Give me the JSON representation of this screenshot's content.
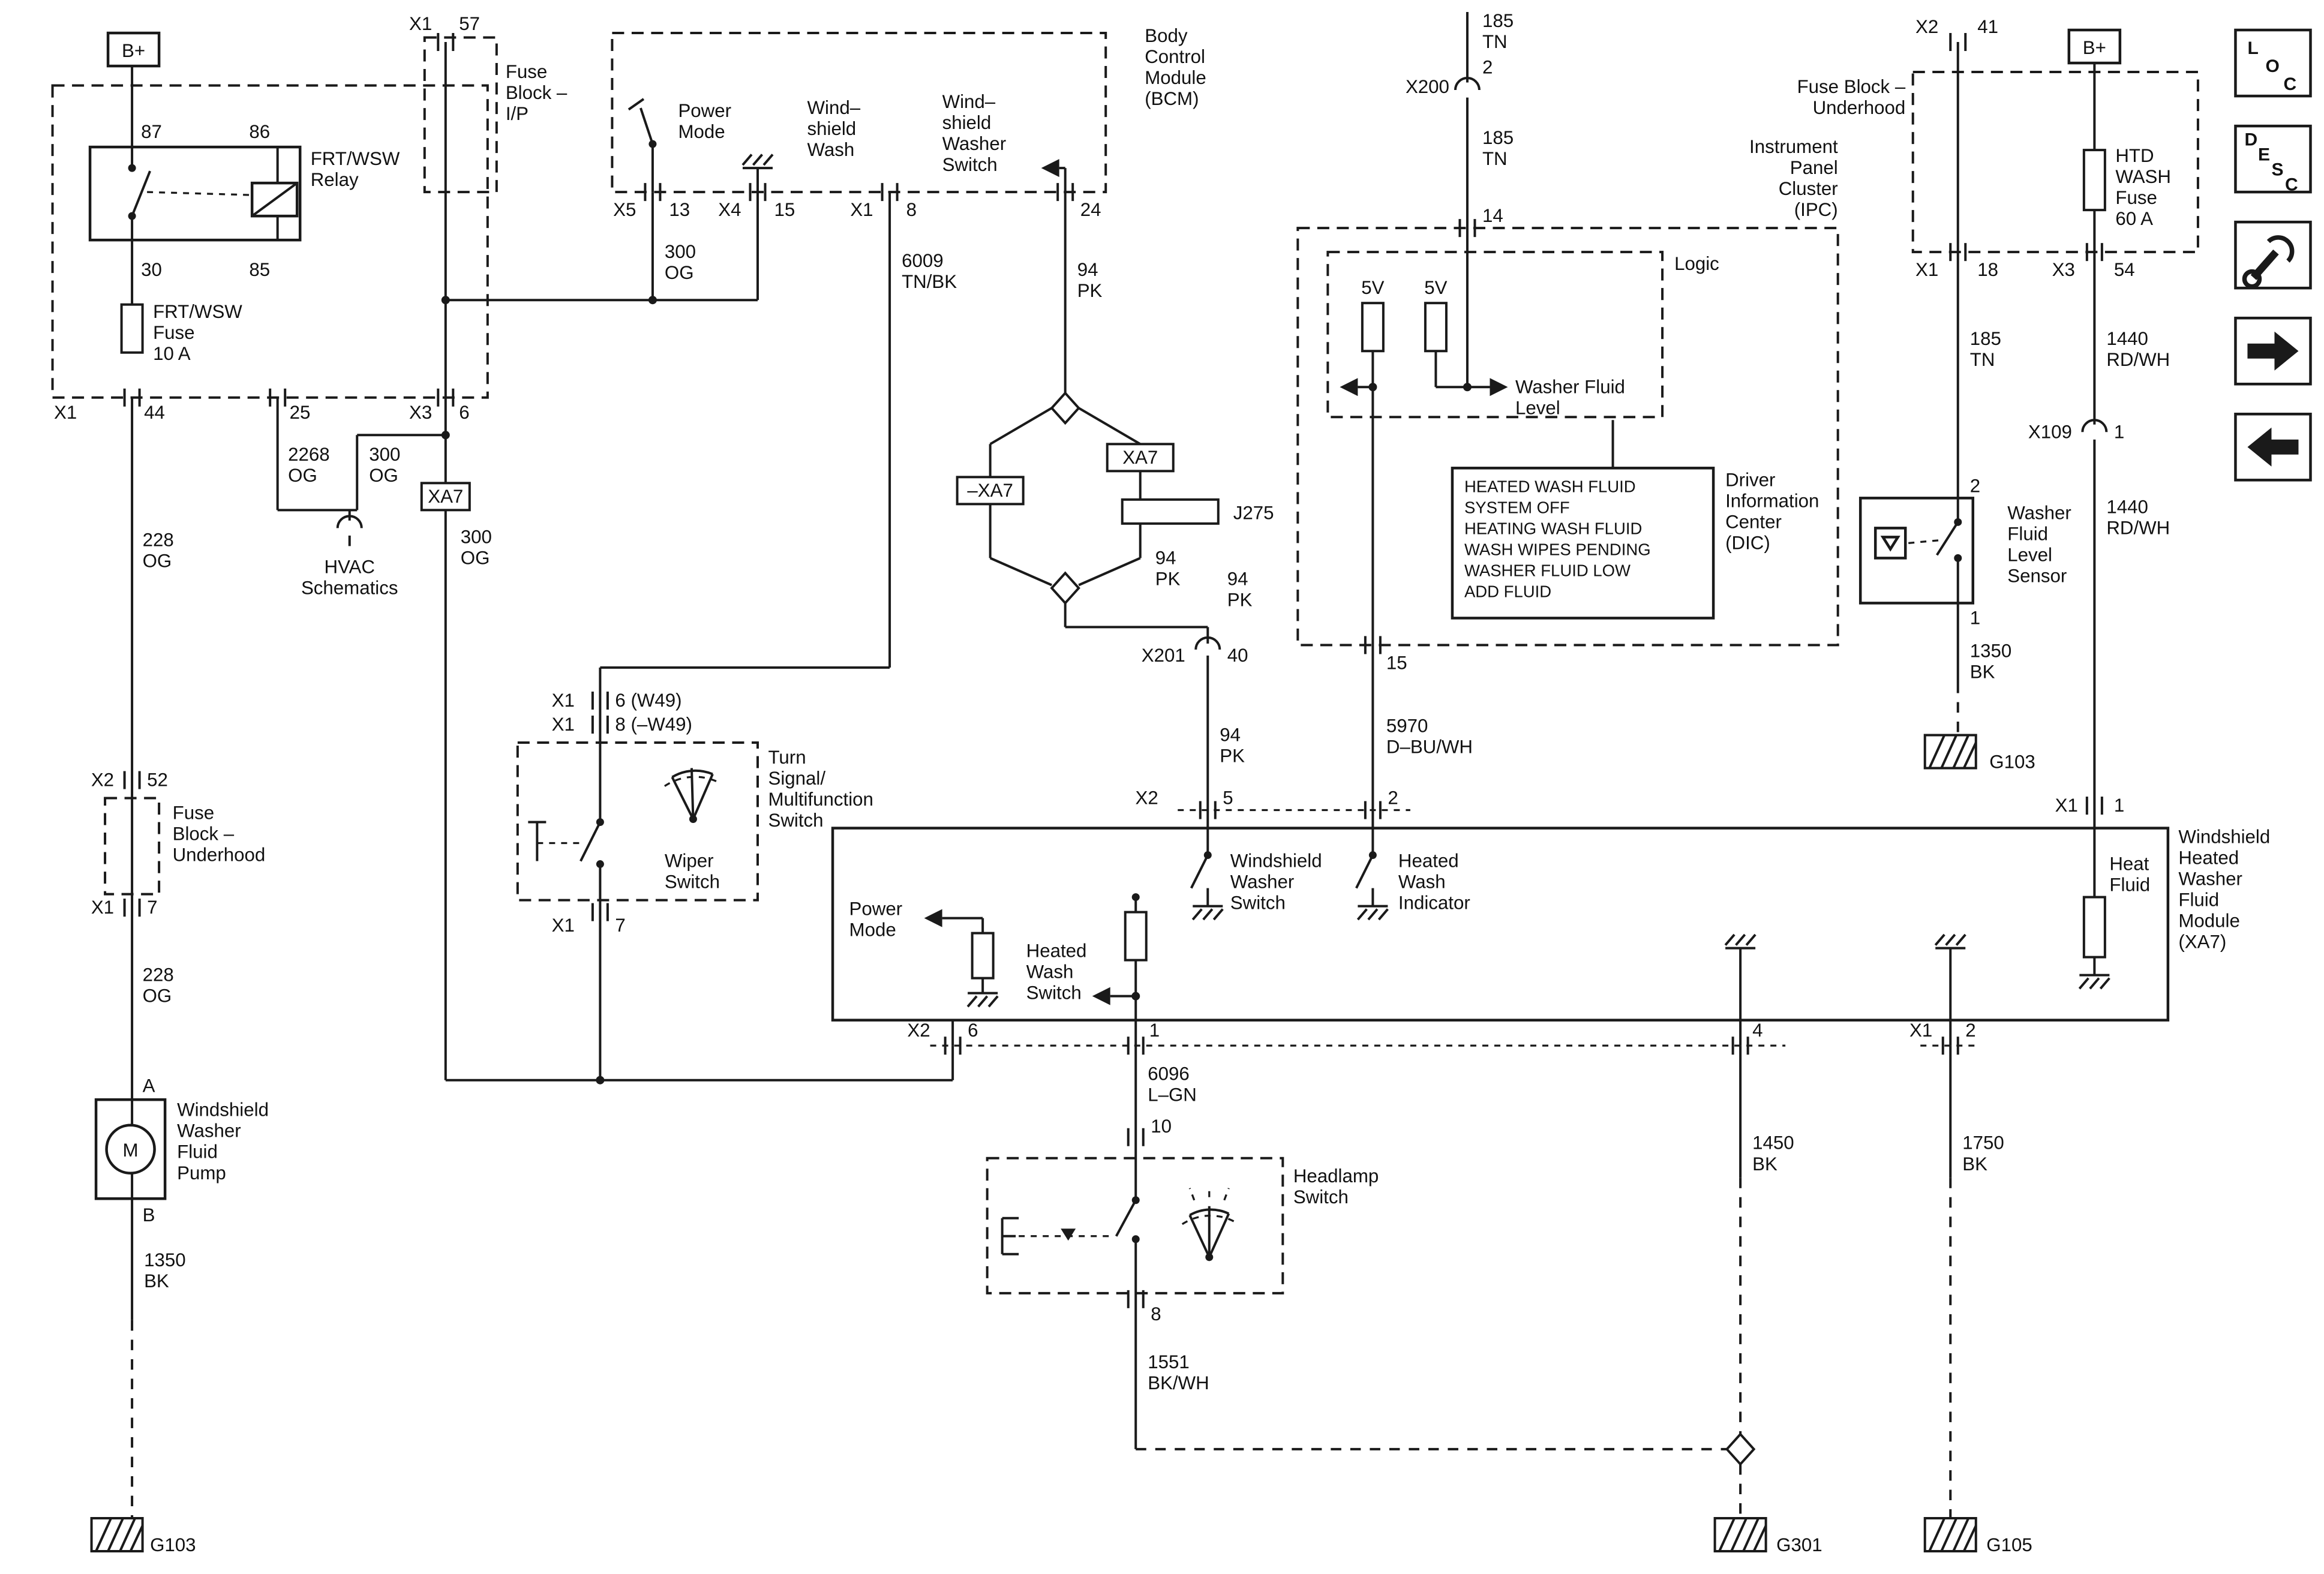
{
  "fbip": {
    "x1": "X1",
    "p57": "57",
    "name": [
      "Fuse",
      "Block –",
      "I/P"
    ]
  },
  "left": {
    "bplus": "B+",
    "p87": "87",
    "p86": "86",
    "p30": "30",
    "p85": "85",
    "relay": [
      "FRT/WSW",
      "Relay"
    ],
    "fuse": [
      "FRT/WSW",
      "Fuse",
      "10 A"
    ],
    "x1": "X1",
    "p44": "44",
    "p25": "25",
    "x3": "X3",
    "p6": "6",
    "w2268": [
      "2268",
      "OG"
    ],
    "w300": [
      "300",
      "OG"
    ],
    "w228": [
      "228",
      "OG"
    ],
    "hvac": [
      "HVAC",
      "Schematics"
    ],
    "fbu": {
      "x2": "X2",
      "p52": "52",
      "name": [
        "Fuse",
        "Block –",
        "Underhood"
      ],
      "x1": "X1",
      "p7": "7"
    },
    "pump": {
      "pa": "A",
      "pb": "B",
      "m": "M",
      "name": [
        "Windshield",
        "Washer",
        "Fluid",
        "Pump"
      ]
    }
  },
  "bcm": {
    "name": [
      "Body",
      "Control",
      "Module",
      "(BCM)"
    ],
    "power_mode": [
      "Power",
      "Mode"
    ],
    "wash": [
      "Wind–",
      "shield",
      "Wash"
    ],
    "washer_switch": [
      "Wind–",
      "shield",
      "Washer",
      "Switch"
    ],
    "x5": "X5",
    "p13": "13",
    "x4": "X4",
    "p15": "15",
    "x1": "X1",
    "p8": "8",
    "p24": "24"
  },
  "wires": {
    "w6009": [
      "6009",
      "TN/BK"
    ],
    "w94": [
      "94",
      "PK"
    ],
    "w5970": [
      "5970",
      "D–BU/WH"
    ],
    "w185": [
      "185",
      "TN"
    ],
    "w1440": [
      "1440",
      "RD/WH"
    ],
    "w1350": [
      "1350",
      "BK"
    ],
    "w6096": [
      "6096",
      "L–GN"
    ],
    "w1551": [
      "1551",
      "BK/WH"
    ],
    "w1450": [
      "1450",
      "BK"
    ],
    "w1750": [
      "1750",
      "BK"
    ]
  },
  "splice": {
    "neg_xa7": "–XA7",
    "xa7": "XA7",
    "j275": "J275",
    "x201": "X201",
    "p40": "40"
  },
  "turnsig": {
    "x1a": "X1",
    "p6w": "6 (W49)",
    "x1b": "X1",
    "p8w": "8 (–W49)",
    "name": [
      "Turn",
      "Signal/",
      "Multifunction",
      "Switch"
    ],
    "wiper": [
      "Wiper",
      "Switch"
    ],
    "x1out": "X1",
    "p7": "7"
  },
  "ipc": {
    "x200": "X200",
    "p2": "2",
    "p14": "14",
    "p15": "15",
    "name": [
      "Instrument",
      "Panel",
      "Cluster",
      "(IPC)"
    ],
    "logic": "Logic",
    "fv": "5V",
    "wfl": [
      "Washer Fluid",
      "Level"
    ],
    "dic": [
      "HEATED WASH FLUID",
      "SYSTEM OFF",
      "HEATING WASH FLUID",
      "WASH WIPES PENDING",
      "WASHER FLUID LOW",
      "ADD FLUID"
    ],
    "dic_name": [
      "Driver",
      "Information",
      "Center",
      "(DIC)"
    ]
  },
  "right": {
    "x2": "X2",
    "p41": "41",
    "fb": [
      "Fuse Block –",
      "Underhood"
    ],
    "bplus": "B+",
    "fuse": [
      "HTD",
      "WASH",
      "Fuse",
      "60 A"
    ],
    "x1": "X1",
    "p18": "18",
    "x3": "X3",
    "p54": "54",
    "x109": "X109",
    "p1": "1",
    "sensor": {
      "p2": "2",
      "p1": "1",
      "name": [
        "Washer",
        "Fluid",
        "Level",
        "Sensor"
      ]
    }
  },
  "module": {
    "x2": "X2",
    "p5": "5",
    "p2": "2",
    "name": [
      "Windshield",
      "Heated",
      "Washer",
      "Fluid",
      "Module",
      "(XA7)"
    ],
    "wws": [
      "Windshield",
      "Washer",
      "Switch"
    ],
    "hwi": [
      "Heated",
      "Wash",
      "Indicator"
    ],
    "pm": [
      "Power",
      "Mode"
    ],
    "hws": [
      "Heated",
      "Wash",
      "Switch"
    ],
    "heat": [
      "Heat",
      "Fluid"
    ],
    "x1h": "X1",
    "p1h": "1",
    "x2b": "X2",
    "p6": "6",
    "p1": "1",
    "p4": "4",
    "x1b": "X1",
    "p2b": "2"
  },
  "bottom": {
    "p10": "10",
    "headlamp": [
      "Headlamp",
      "Switch"
    ],
    "p8": "8"
  },
  "grounds": {
    "g103": "G103",
    "g301": "G301",
    "g105": "G105"
  },
  "nav": {
    "loc": [
      "L",
      "O",
      "C"
    ],
    "desc": [
      "D",
      "E",
      "S",
      "C"
    ]
  }
}
